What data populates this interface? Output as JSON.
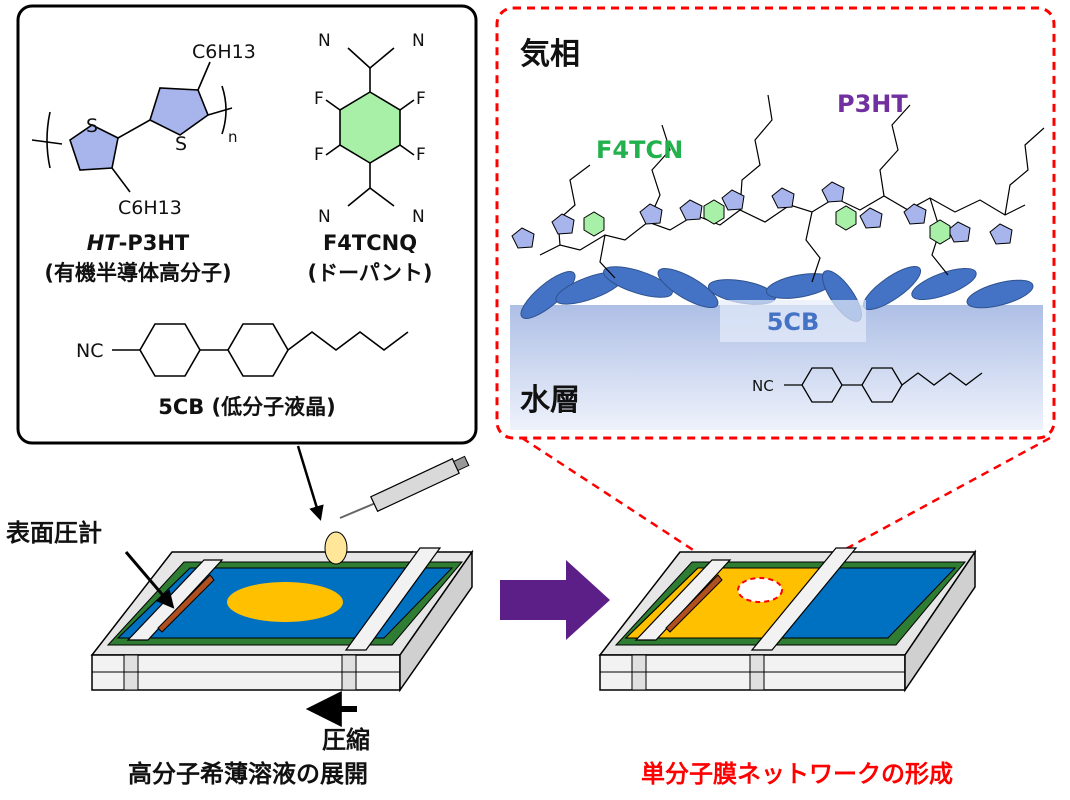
{
  "chemistry_box": {
    "p3ht_name_italic": "HT",
    "p3ht_name_rest": "-P3HT",
    "p3ht_desc": "(有機半導体高分子)",
    "dopant_name": "F4TCNQ",
    "dopant_desc": "(ドーパント)",
    "lc_name": "5CB (低分子液晶)",
    "hexyl_top": "C6H13",
    "hexyl_bottom": "C6H13",
    "atom_S": "S",
    "atom_N": "N",
    "atom_F": "F",
    "subscript_n": "n",
    "nc_label": "NC"
  },
  "inset": {
    "gas_phase": "気相",
    "water_layer": "水層",
    "label_f4tcn": "F4TCN",
    "label_p3ht": "P3HT",
    "label_5cb": "5CB",
    "nc_label": "NC"
  },
  "trough": {
    "pressure_gauge": "表面圧計",
    "compress": "圧縮",
    "left_caption": "高分子希薄溶液の展開",
    "right_caption": "単分子膜ネットワークの形成"
  },
  "colors": {
    "thiophene": "#a8b4ec",
    "benzene_green": "#a8f0a8",
    "f4tcn_label": "#22b14c",
    "p3ht_label": "#7030a0",
    "lc_blue": "#4472c4",
    "water_blue": "#cfdcf2",
    "trough_blue": "#0070c0",
    "film_yellow": "#ffc000",
    "arrow_purple": "#5c1f87",
    "red_dash": "#ff0000"
  }
}
